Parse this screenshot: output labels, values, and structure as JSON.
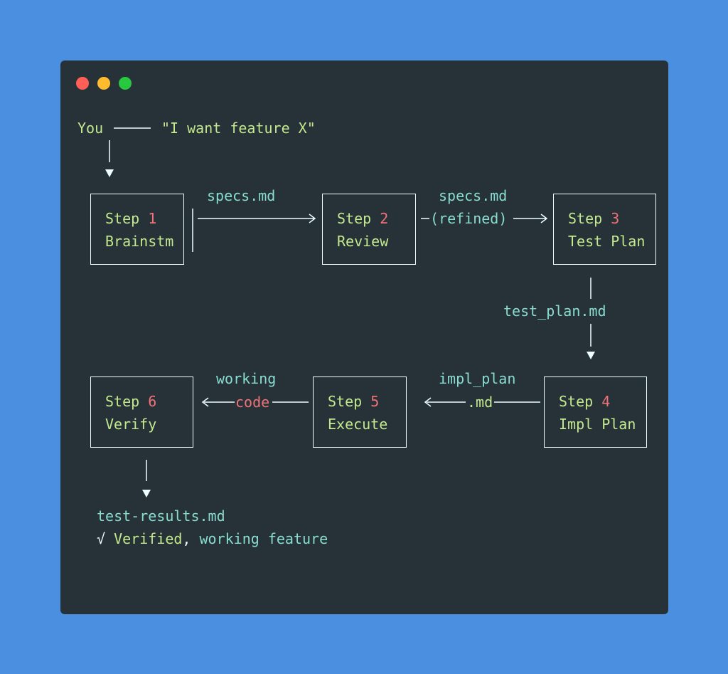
{
  "window": {
    "traffic_lights": [
      "close",
      "minimize",
      "zoom"
    ]
  },
  "intro": {
    "you": "You",
    "quote": "\"I want feature X\""
  },
  "steps": [
    {
      "word": "Step",
      "num": "1",
      "name": "Brainstm"
    },
    {
      "word": "Step",
      "num": "2",
      "name": "Review"
    },
    {
      "word": "Step",
      "num": "3",
      "name": "Test Plan"
    },
    {
      "word": "Step",
      "num": "4",
      "name": "Impl Plan"
    },
    {
      "word": "Step",
      "num": "5",
      "name": "Execute"
    },
    {
      "word": "Step",
      "num": "6",
      "name": "Verify"
    }
  ],
  "edges": {
    "e1": "specs.md",
    "e2_top": "specs.md",
    "e2_mid": "(refined)",
    "e3": "test_plan.md",
    "e4_top": "impl_plan",
    "e4_mid": ".md",
    "e5_top": "working",
    "e5_mid": "code"
  },
  "outcome": {
    "file": "test-results.md",
    "check": "√",
    "verified": "Verified",
    "comma": ",",
    "feature": "working feature"
  },
  "colors": {
    "background": "#4a8fe0",
    "window": "#263238",
    "green": "#c3e88d",
    "teal": "#89ddd0",
    "red": "#f07178",
    "white": "#eeffff"
  }
}
